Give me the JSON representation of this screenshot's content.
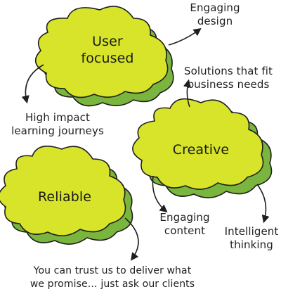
{
  "clouds": {
    "user_focused": {
      "line1": "User",
      "line2": "focused"
    },
    "creative": {
      "label": "Creative"
    },
    "reliable": {
      "label": "Reliable"
    }
  },
  "annotations": {
    "engaging_design": {
      "line1": "Engaging",
      "line2": "design"
    },
    "high_impact": {
      "line1": "High impact",
      "line2": "learning journeys"
    },
    "solutions": {
      "line1": "Solutions that fit",
      "line2": "business needs"
    },
    "engaging_content": {
      "line1": "Engaging",
      "line2": "content"
    },
    "intelligent": {
      "line1": "Intelligent",
      "line2": "thinking"
    },
    "trust": {
      "line1": "You can trust us to deliver what",
      "line2": "we promise… just ask our clients"
    }
  },
  "colors": {
    "cloud_fill": "#d7e42a",
    "cloud_shadow": "#7ab53e",
    "outline": "#1e1e1e"
  }
}
